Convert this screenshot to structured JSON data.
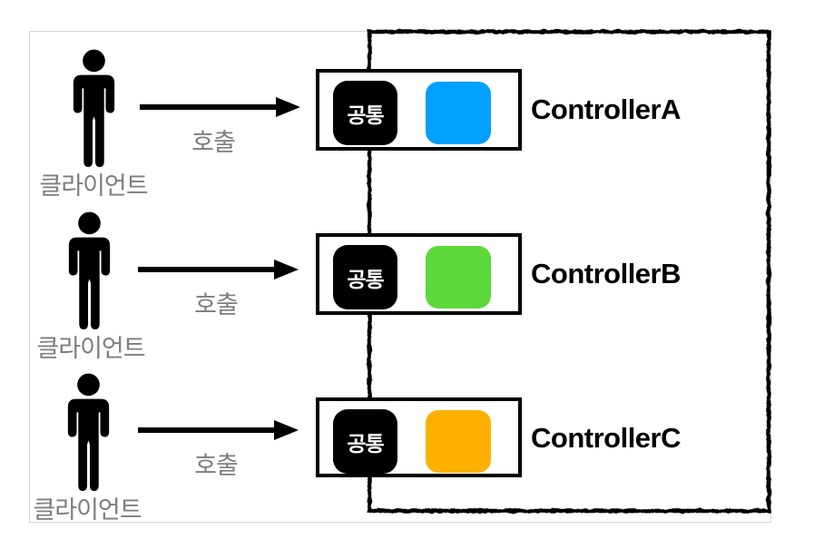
{
  "diagram": {
    "shared_badge_label": "공통",
    "rows": [
      {
        "client_label": "클라이언트",
        "arrow_label": "호출",
        "controller_name": "ControllerA",
        "color": "#00A0FF"
      },
      {
        "client_label": "클라이언트",
        "arrow_label": "호출",
        "controller_name": "ControllerB",
        "color": "#5CD83B"
      },
      {
        "client_label": "클라이언트",
        "arrow_label": "호출",
        "controller_name": "ControllerC",
        "color": "#FFB000"
      }
    ],
    "colors": {
      "controller_blue": "#00A0FF",
      "controller_green": "#5CD83B",
      "controller_orange": "#FFB000",
      "box_border": "#000000",
      "badge_background": "#000000",
      "badge_text": "#FFFFFF",
      "gray_label_text": "#7E7E7E",
      "slide_frame_gray": "#D5D5D5"
    }
  }
}
